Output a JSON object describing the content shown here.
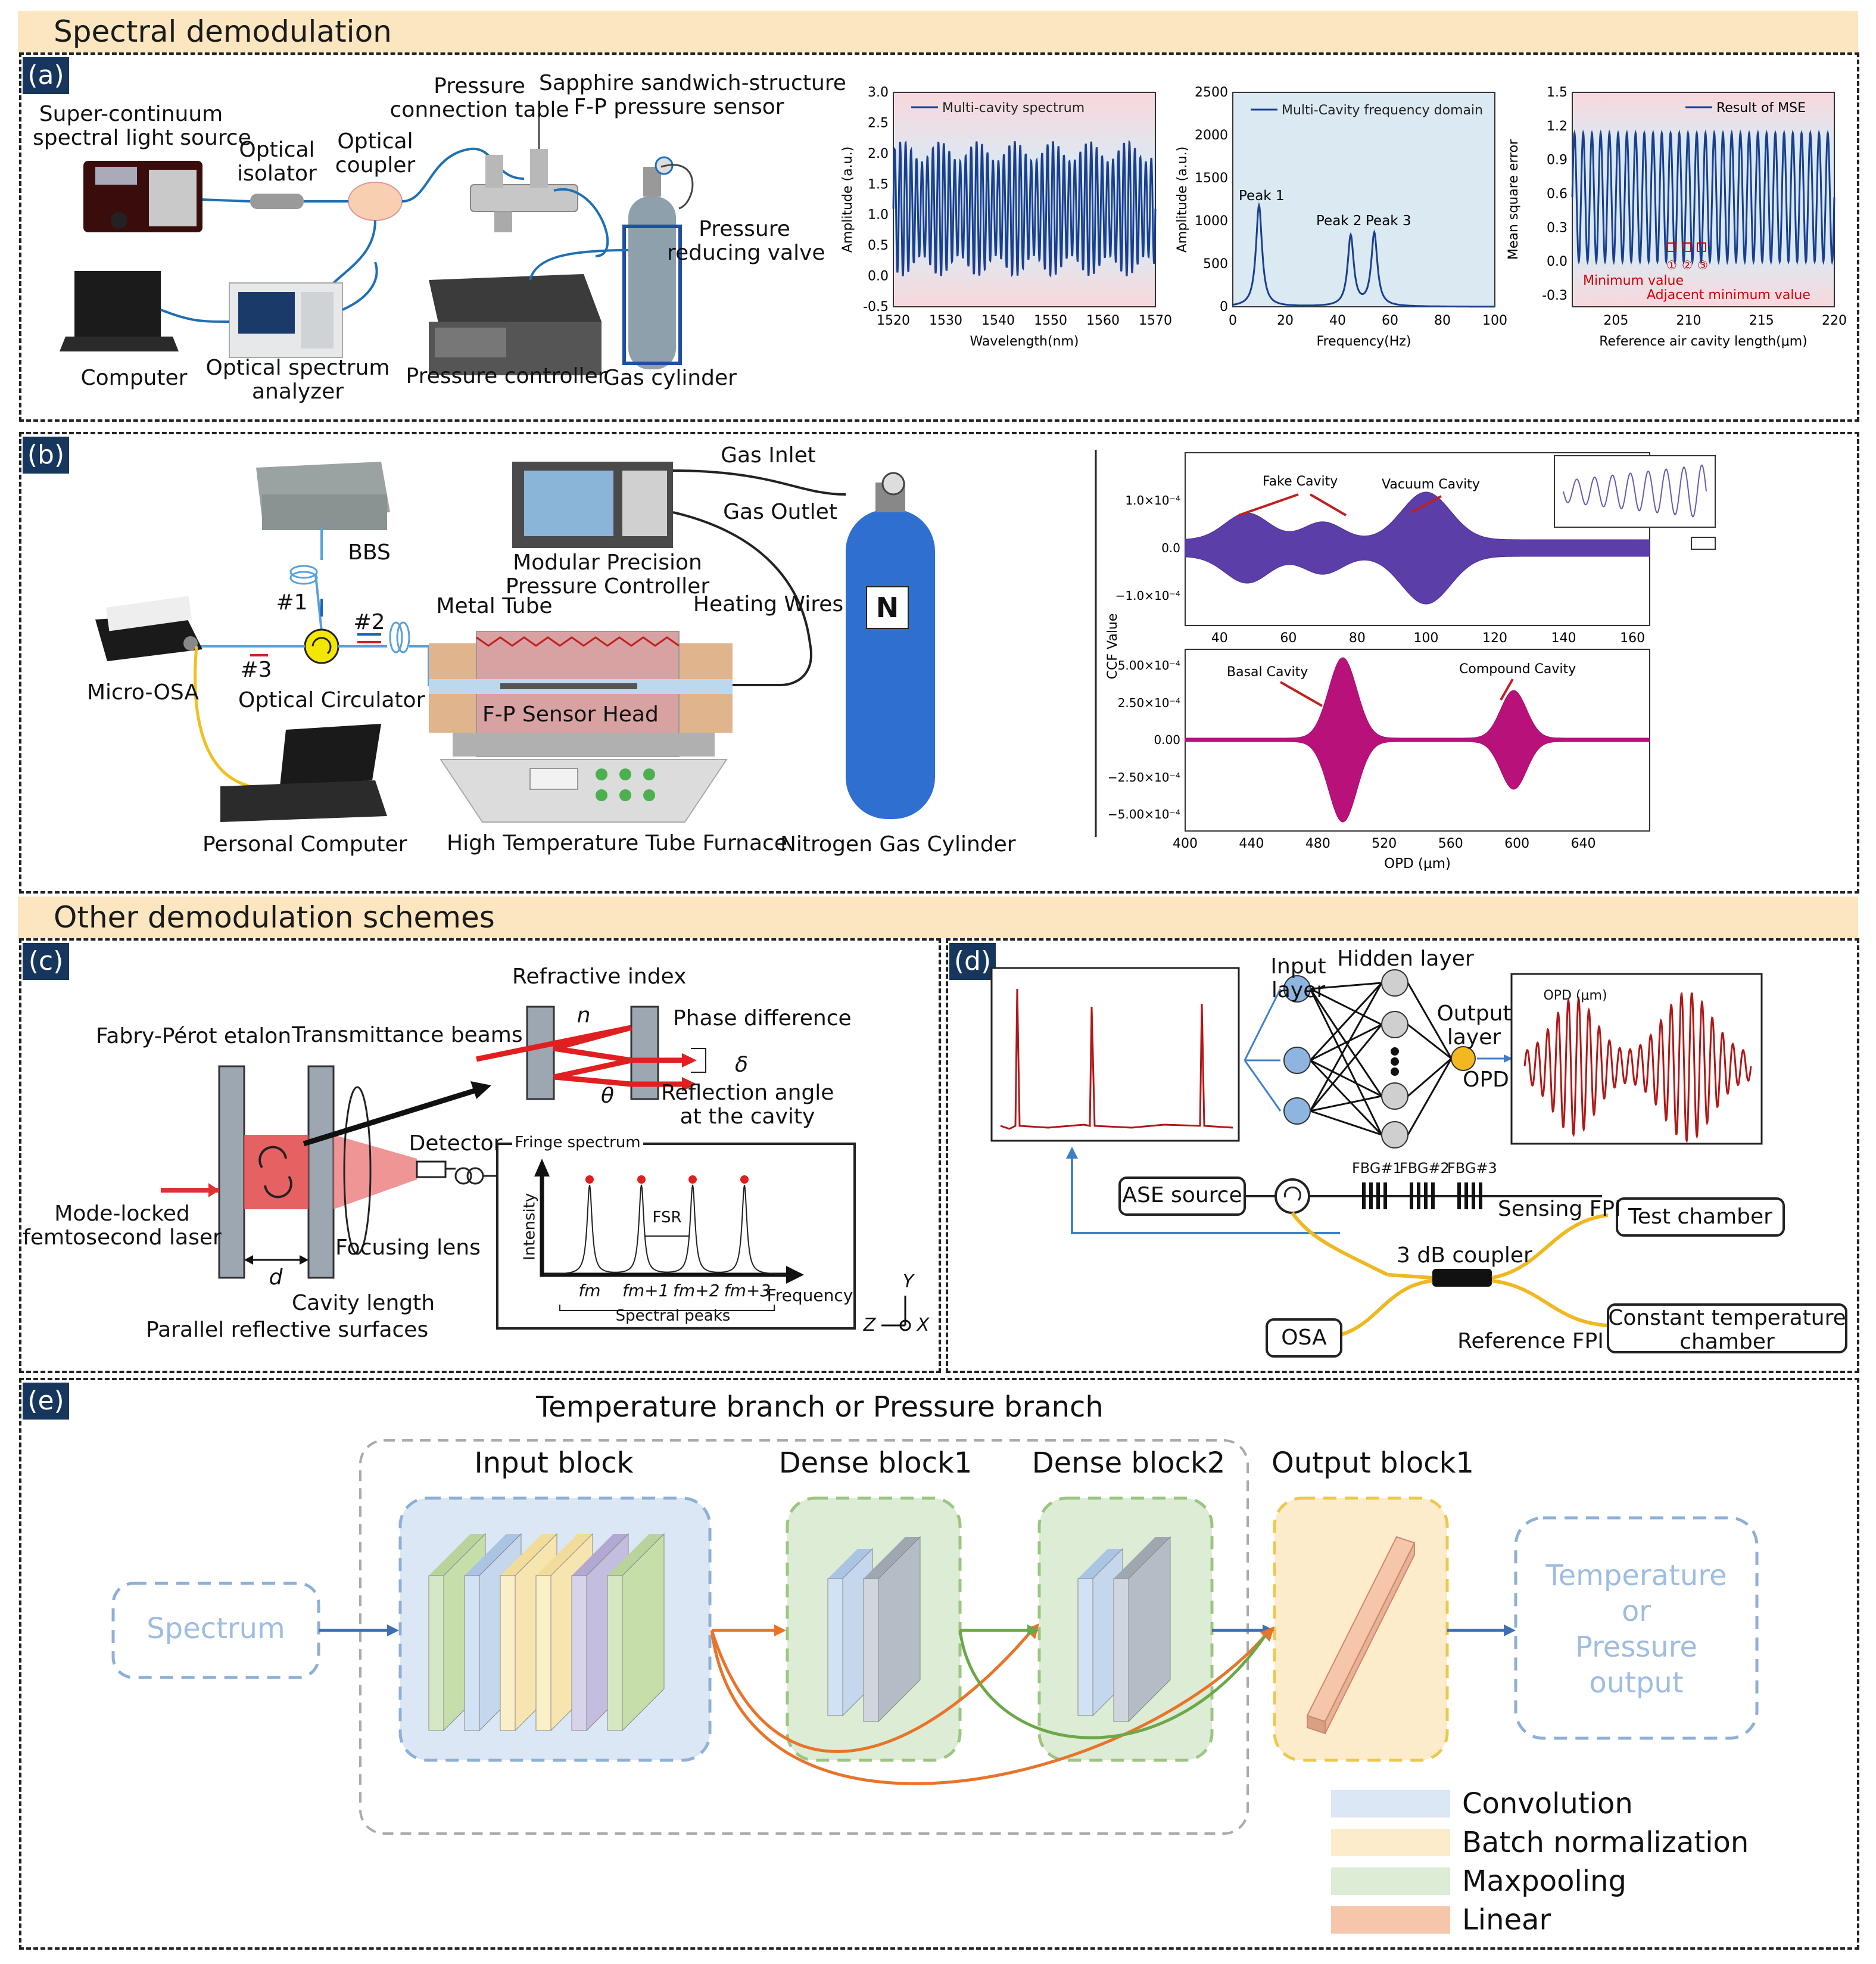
{
  "sections": {
    "spectral": "Spectral demodulation",
    "other": "Other demodulation schemes"
  },
  "panels": {
    "a": "(a)",
    "b": "(b)",
    "c": "(c)",
    "d": "(d)",
    "e": "(e)"
  },
  "a": {
    "labels": {
      "light_source": "Super-continuum\nspectral light source",
      "isolator": "Optical\nisolator",
      "coupler": "Optical\ncoupler",
      "table": "Pressure\nconnection table",
      "sensor": "Sapphire sandwich-structure\nF-P pressure sensor",
      "valve": "Pressure\nreducing valve",
      "computer": "Computer",
      "osa": "Optical spectrum\nanalyzer",
      "controller": "Pressure controller",
      "cylinder": "Gas cylinder"
    }
  },
  "b": {
    "labels": {
      "bbs": "BBS",
      "gas_inlet": "Gas Inlet",
      "gas_outlet": "Gas Outlet",
      "modular": "Modular Precision\nPressure Controller",
      "p1": "#1",
      "p2": "#2",
      "p3": "#3",
      "metal_tube": "Metal Tube",
      "heating": "Heating Wires",
      "micro_osa": "Micro-OSA",
      "circulator": "Optical Circulator",
      "sensor_head": "F-P Sensor Head",
      "pc": "Personal Computer",
      "furnace": "High Temperature Tube Furnace",
      "nitrogen": "Nitrogen Gas Cylinder",
      "n_symbol": "N"
    }
  },
  "c": {
    "labels": {
      "refractive": "Refractive index",
      "n": "n",
      "phase": "Phase difference",
      "delta": "δ",
      "theta": "θ",
      "fp_etalon": "Fabry-Pérot etalon",
      "trans_beams": "Transmittance beams",
      "reflection": "Reflection angle\nat the cavity",
      "detector": "Detector",
      "fringe": "Fringe spectrum",
      "mode_locked": "Mode-locked\nfemtosecond laser",
      "focusing": "Focusing lens",
      "intensity": "Intensity",
      "fsr": "FSR",
      "frequency": "Frequency",
      "d": "d",
      "cavity_length": "Cavity length",
      "parallel": "Parallel reflective surfaces",
      "fm": "fm",
      "fm1": "fm+1",
      "fm2": "fm+2",
      "fm3": "fm+3",
      "spectral_peaks": "Spectral peaks",
      "axY": "Y",
      "axZ": "Z",
      "axX": "X"
    }
  },
  "d": {
    "labels": {
      "input": "Input\nlayer",
      "hidden": "Hidden layer",
      "output": "Output\nlayer",
      "opd": "OPD",
      "opd_axis": "OPD (μm)",
      "ase": "ASE source",
      "fbg1": "FBG#1",
      "fbg2": "FBG#2",
      "fbg3": "FBG#3",
      "sensing": "Sensing FPI",
      "test": "Test chamber",
      "coupler": "3 dB coupler",
      "osa": "OSA",
      "reference": "Reference FPI",
      "constant": "Constant temperature\nchamber"
    }
  },
  "e": {
    "title": "Temperature branch or Pressure branch",
    "input_block": "Input block",
    "dense1": "Dense block1",
    "dense2": "Dense block2",
    "output_block": "Output block1",
    "spectrum": "Spectrum",
    "output_text": "Temperature\nor\nPressure\noutput",
    "legend": [
      {
        "label": "Convolution",
        "color": "#dbe7f4"
      },
      {
        "label": "Batch normalization",
        "color": "#fdeccb"
      },
      {
        "label": "Maxpooling",
        "color": "#dcecd5"
      },
      {
        "label": "Linear",
        "color": "#f6c6aa"
      }
    ]
  },
  "chart_data": [
    {
      "type": "line",
      "legend": "Multi-cavity spectrum",
      "xlabel": "Wavelength(nm)",
      "ylabel": "Amplitude (a.u.)",
      "xlim": [
        1520,
        1570
      ],
      "ylim": [
        -0.5,
        3.0
      ],
      "xticks": [
        1520,
        1530,
        1540,
        1550,
        1560,
        1570
      ],
      "yticks": [
        -0.5,
        0.0,
        0.5,
        1.0,
        1.5,
        2.0,
        2.5,
        3.0
      ],
      "pattern": "fast oscillation between ~0 and ~2.3, 48 periods"
    },
    {
      "type": "line",
      "legend": "Multi-Cavity frequency domain",
      "xlabel": "Frequency(Hz)",
      "ylabel": "Amplitude (a.u.)",
      "xlim": [
        0,
        100
      ],
      "ylim": [
        0,
        2500
      ],
      "xticks": [
        0,
        20,
        40,
        60,
        80,
        100
      ],
      "yticks": [
        0,
        500,
        1000,
        1500,
        2000,
        2500
      ],
      "peaks": [
        {
          "name": "Peak 1",
          "x": 10,
          "y": 1180
        },
        {
          "name": "Peak 2",
          "x": 45,
          "y": 820
        },
        {
          "name": "Peak 3",
          "x": 54,
          "y": 850
        }
      ]
    },
    {
      "type": "line",
      "legend": "Result of MSE",
      "xlabel": "Reference air cavity length(μm)",
      "ylabel": "Mean square error",
      "xlim": [
        202,
        220
      ],
      "ylim": [
        -0.4,
        1.5
      ],
      "xticks": [
        205,
        210,
        215,
        220
      ],
      "yticks": [
        -0.3,
        0.0,
        0.3,
        0.6,
        0.9,
        1.2,
        1.5
      ],
      "annotations": [
        "Minimum value",
        "Adjacent minimum value",
        "①",
        "②",
        "③"
      ]
    },
    {
      "type": "line",
      "xlabel": "",
      "ylabel": "CCF Value",
      "xlim": [
        30,
        165
      ],
      "xticks": [
        40,
        60,
        80,
        100,
        120,
        140,
        160
      ],
      "yticks": [
        "1.0×10⁻⁴",
        "0.0",
        "−1.0×10⁻⁴"
      ],
      "annotations": [
        "Fake Cavity",
        "Vacuum Cavity"
      ]
    },
    {
      "type": "line",
      "xlabel": "OPD (μm)",
      "ylabel": "",
      "xlim": [
        400,
        680
      ],
      "xticks": [
        400,
        440,
        480,
        520,
        560,
        600,
        640
      ],
      "yticks": [
        "5.00×10⁻⁴",
        "2.50×10⁻⁴",
        "0.00",
        "−2.50×10⁻⁴",
        "−5.00×10⁻⁴"
      ],
      "annotations": [
        "Basal Cavity",
        "Compound Cavity"
      ]
    }
  ]
}
